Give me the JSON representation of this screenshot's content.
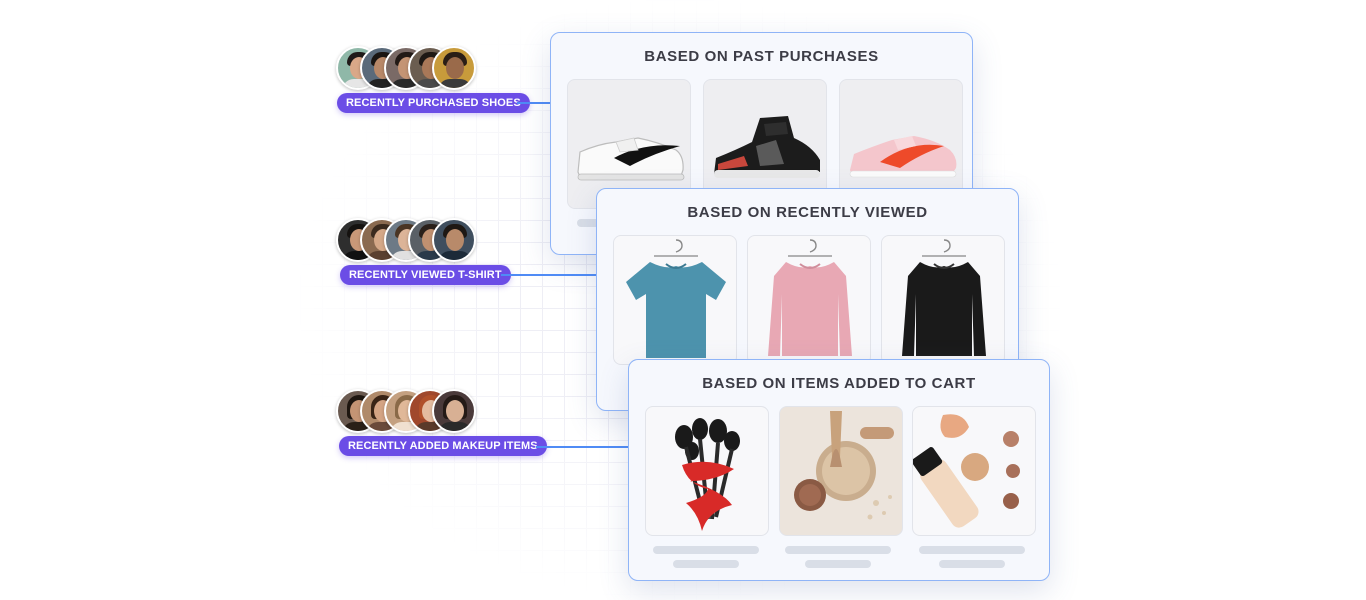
{
  "segments": [
    {
      "label": "RECENTLY PURCHASED SHOES",
      "card_title": "BASED ON PAST PURCHASES",
      "products": [
        "white-sneaker",
        "black-high-top-sneaker",
        "pink-running-shoe"
      ],
      "avatar_colors": [
        "#8fb8a8",
        "#5a6a7a",
        "#7a6a66",
        "#6b5d50",
        "#c89b3b"
      ]
    },
    {
      "label": "RECENTLY VIEWED T-SHIRT",
      "card_title": "BASED ON RECENTLY VIEWED",
      "products": [
        "blue-t-shirt",
        "pink-sweatshirt",
        "black-sweatshirt"
      ],
      "avatar_colors": [
        "#2e2e2e",
        "#8a6a50",
        "#6d7a86",
        "#5a6066",
        "#3f4e5e"
      ]
    },
    {
      "label": "RECENTLY ADDED MAKEUP ITEMS",
      "card_title": "BASED ON ITEMS ADDED TO CART",
      "products": [
        "makeup-brushes",
        "face-powder",
        "foundation-bottle"
      ],
      "avatar_colors": [
        "#6a5a50",
        "#b08a6a",
        "#c4a080",
        "#a0482c",
        "#4a3a3a"
      ]
    }
  ],
  "colors": {
    "pill": "#6b4de6",
    "connector": "#4f8bf5",
    "card_border": "#8fb4f7"
  }
}
